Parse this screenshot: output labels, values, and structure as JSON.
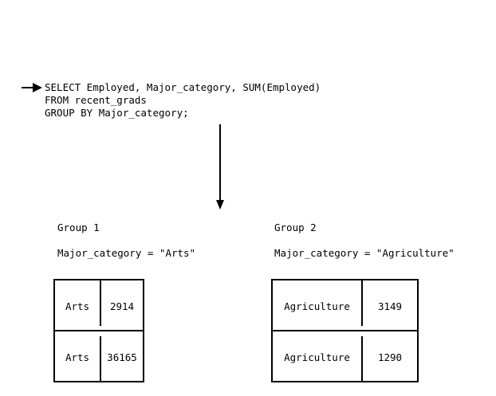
{
  "sql": {
    "lines": [
      "SELECT Employed, Major_category, SUM(Employed)",
      "FROM recent_grads",
      "GROUP BY Major_category;"
    ]
  },
  "groups": [
    {
      "title": "Group 1",
      "condition": "Major_category = \"Arts\"",
      "rows": [
        {
          "category": "Arts",
          "employed": "2914"
        },
        {
          "category": "Arts",
          "employed": "36165"
        }
      ]
    },
    {
      "title": "Group 2",
      "condition": "Major_category = \"Agriculture\"",
      "rows": [
        {
          "category": "Agriculture",
          "employed": "3149"
        },
        {
          "category": "Agriculture",
          "employed": "1290"
        }
      ]
    }
  ]
}
